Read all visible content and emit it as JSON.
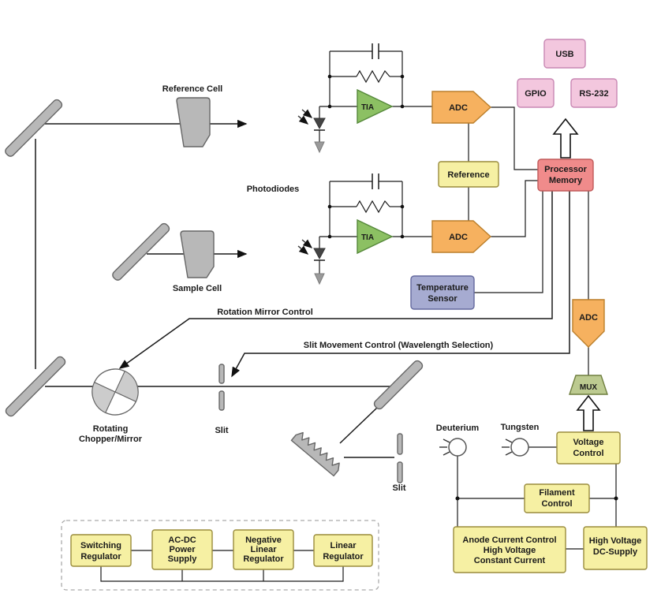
{
  "labels": {
    "reference_cell": "Reference Cell",
    "sample_cell": "Sample Cell",
    "photodiodes": "Photodiodes",
    "rotating_1": "Rotating",
    "rotating_2": "Chopper/Mirror",
    "slit_top": "Slit",
    "slit_bottom": "Slit",
    "deuterium": "Deuterium",
    "tungsten": "Tungsten",
    "rotation_mirror_control": "Rotation Mirror Control",
    "slit_movement_control": "Slit Movement Control (Wavelength Selection)"
  },
  "blocks": {
    "tia_top": "TIA",
    "tia_bottom": "TIA",
    "adc_top": "ADC",
    "adc_bottom": "ADC",
    "adc_right": "ADC",
    "mux": "MUX",
    "reference": "Reference",
    "processor_1": "Processor",
    "processor_2": "Memory",
    "usb": "USB",
    "gpio": "GPIO",
    "rs232": "RS-232",
    "temperature_1": "Temperature",
    "temperature_2": "Sensor",
    "voltage_1": "Voltage",
    "voltage_2": "Control",
    "filament_1": "Filament",
    "filament_2": "Control",
    "anode_1": "Anode Current Control",
    "anode_2": "High Voltage",
    "anode_3": "Constant Current",
    "hv_1": "High Voltage",
    "hv_2": "DC-Supply"
  },
  "power_chain": {
    "switching_1": "Switching",
    "switching_2": "Regulator",
    "acdc_1": "AC-DC",
    "acdc_2": "Power",
    "acdc_3": "Supply",
    "neg_1": "Negative",
    "neg_2": "Linear",
    "neg_3": "Regulator",
    "linear_1": "Linear",
    "linear_2": "Regulator"
  },
  "colors": {
    "yellow_fill": "#f6f0a3",
    "orange_fill": "#f6b15f",
    "green_fill": "#8cc063",
    "mux_fill": "#bcca90",
    "pink_fill": "#f3c7de",
    "red_fill": "#f08b8b",
    "purple_fill": "#a6abd1",
    "gray_fill": "#b8b8b8",
    "gray_light": "#cccccc"
  }
}
